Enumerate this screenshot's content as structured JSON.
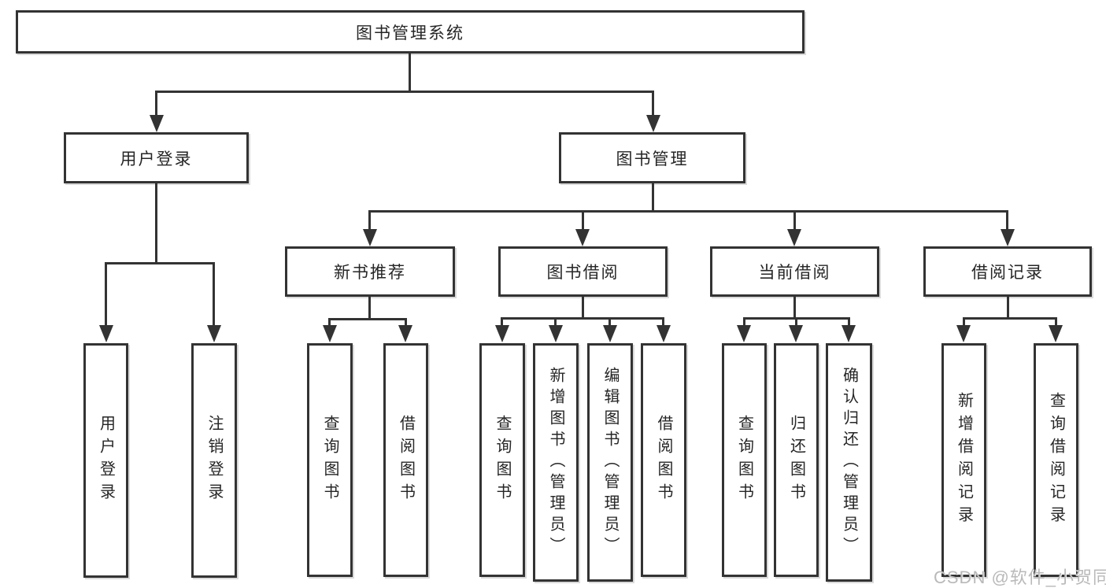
{
  "root": {
    "label": "图书管理系统"
  },
  "level2": {
    "user": {
      "label": "用户登录"
    },
    "book": {
      "label": "图书管理"
    }
  },
  "user_children": [
    {
      "label": "用户登录"
    },
    {
      "label": "注销登录"
    }
  ],
  "sections": [
    {
      "label": "新书推荐",
      "children": [
        {
          "label": "查询图书"
        },
        {
          "label": "借阅图书"
        }
      ]
    },
    {
      "label": "图书借阅",
      "children": [
        {
          "label": "查询图书"
        },
        {
          "label": "新增图书（管理员）"
        },
        {
          "label": "编辑图书（管理员）"
        },
        {
          "label": "借阅图书"
        }
      ]
    },
    {
      "label": "当前借阅",
      "children": [
        {
          "label": "查询图书"
        },
        {
          "label": "归还图书"
        },
        {
          "label": "确认归还（管理员）"
        }
      ]
    },
    {
      "label": "借阅记录",
      "children": [
        {
          "label": "新增借阅记录"
        },
        {
          "label": "查询借阅记录"
        }
      ]
    }
  ],
  "watermark": {
    "text": "CSDN @软件_小贺同学",
    "color": "#b9b9b9"
  },
  "colors": {
    "line": "#333333",
    "border": "#333333",
    "text": "#262626",
    "background": "#ffffff"
  }
}
